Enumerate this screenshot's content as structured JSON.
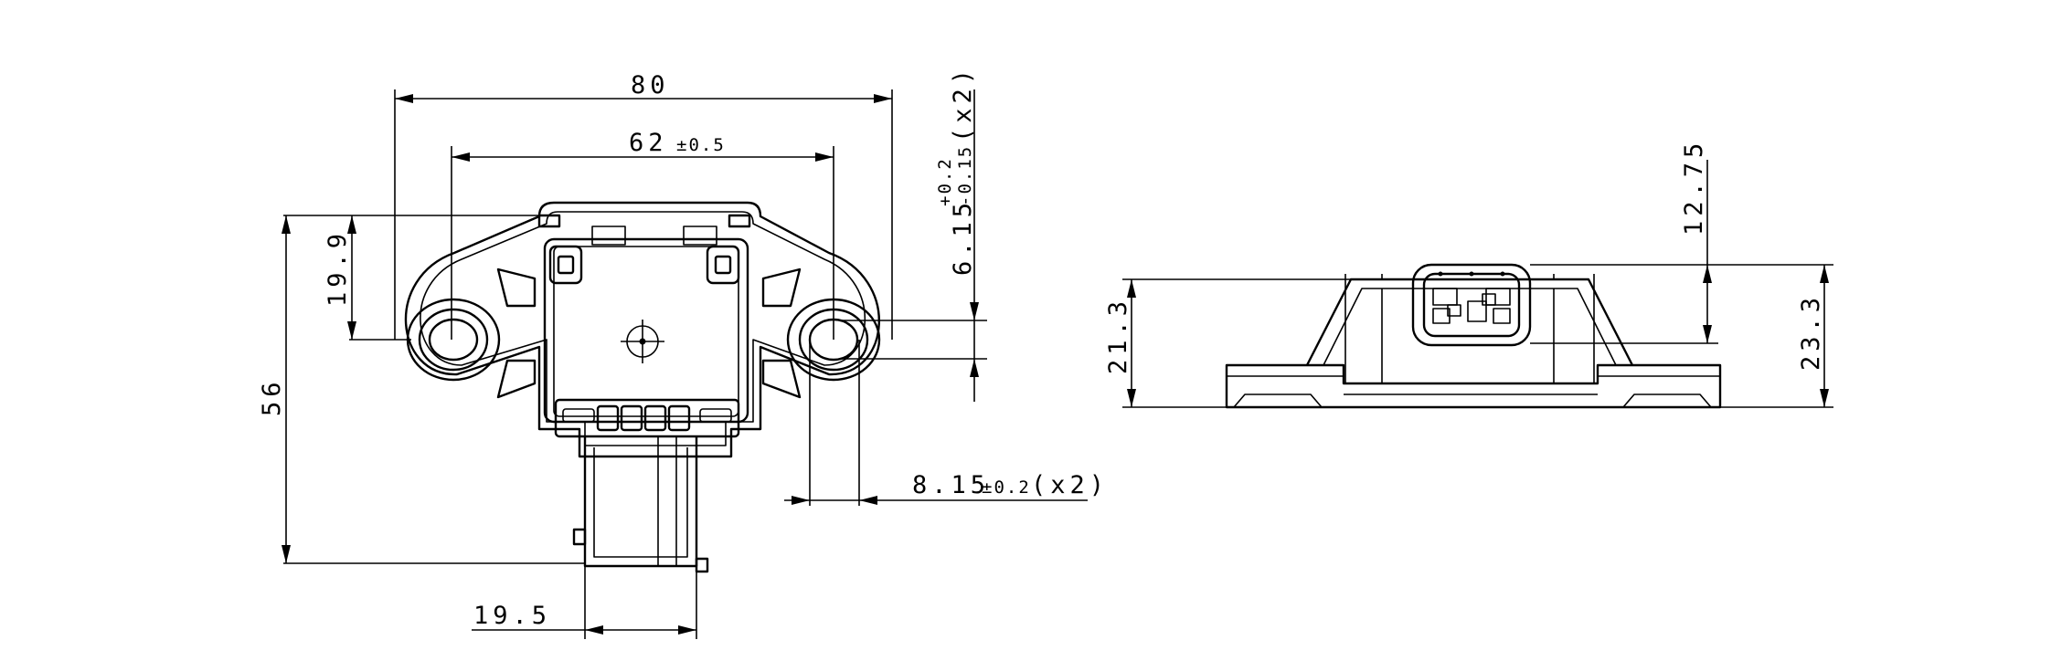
{
  "drawing": {
    "dimensions": {
      "overall_width": "80",
      "hole_spacing": "62",
      "hole_spacing_tol": "±0.5",
      "overall_height": "56",
      "hole_height": "19.9",
      "connector_width": "19.5",
      "slot_dim": "8.15",
      "slot_dim_tol": "±0.2",
      "slot_dim_qty": "(x2)",
      "hole_dia": "6.15",
      "hole_dia_tol_plus": "+0.2",
      "hole_dia_tol_minus": "-0.15",
      "hole_dia_qty": "(x2)",
      "side_height_left": "21.3",
      "side_height_right": "23.3",
      "side_connector_height": "12.75"
    }
  }
}
